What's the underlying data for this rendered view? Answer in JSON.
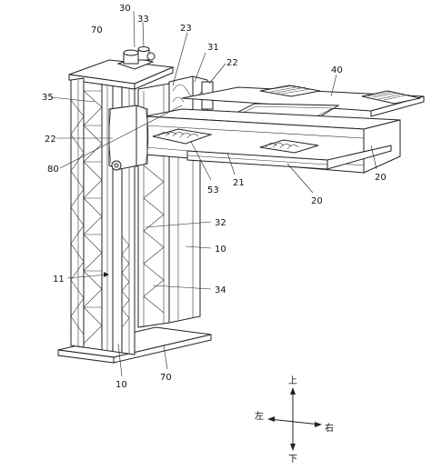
{
  "labels": [
    {
      "id": "l30a",
      "text": "30"
    },
    {
      "id": "l33",
      "text": "33"
    },
    {
      "id": "l70a",
      "text": "70"
    },
    {
      "id": "l23",
      "text": "23"
    },
    {
      "id": "l31",
      "text": "31"
    },
    {
      "id": "l22a",
      "text": "22"
    },
    {
      "id": "l40",
      "text": "40"
    },
    {
      "id": "l35",
      "text": "35"
    },
    {
      "id": "l22b",
      "text": "22"
    },
    {
      "id": "l80",
      "text": "80"
    },
    {
      "id": "l53",
      "text": "53"
    },
    {
      "id": "l21",
      "text": "21"
    },
    {
      "id": "l20a",
      "text": "20"
    },
    {
      "id": "l20b",
      "text": "20"
    },
    {
      "id": "l32",
      "text": "32"
    },
    {
      "id": "l10a",
      "text": "10"
    },
    {
      "id": "l11",
      "text": "11"
    },
    {
      "id": "l34",
      "text": "34"
    },
    {
      "id": "l10b",
      "text": "10"
    },
    {
      "id": "l70b",
      "text": "70"
    }
  ],
  "directions": {
    "up": "上",
    "down": "下",
    "left": "左",
    "right": "右"
  }
}
